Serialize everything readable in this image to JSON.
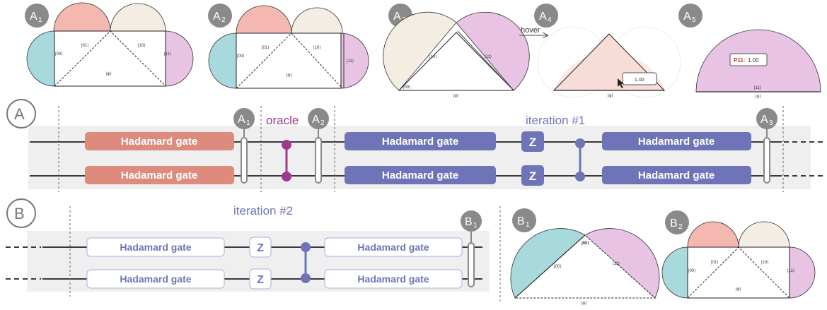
{
  "badges": {
    "a1": {
      "letter": "A",
      "sub": "1"
    },
    "a2": {
      "letter": "A",
      "sub": "2"
    },
    "a3": {
      "letter": "A",
      "sub": "3"
    },
    "a4": {
      "letter": "A",
      "sub": "4"
    },
    "a5": {
      "letter": "A",
      "sub": "5"
    },
    "b1": {
      "letter": "B",
      "sub": "1"
    },
    "b2": {
      "letter": "B",
      "sub": "2"
    },
    "section_a": "A",
    "section_b": "B"
  },
  "kets": {
    "k00": "|00⟩",
    "k01": "|01⟩",
    "k10": "|10⟩",
    "k11": "|11⟩",
    "phi": "|φ⟩"
  },
  "a4": {
    "hover_label": "hover",
    "tooltip_value": "1.00"
  },
  "a5": {
    "tooltip_key": "P11:",
    "tooltip_value": "1.00"
  },
  "circuit_a": {
    "oracle_label": "oracle",
    "iteration_label": "iteration #1",
    "gate_label": "Hadamard gate",
    "z_label": "Z"
  },
  "circuit_b": {
    "iteration_label": "iteration #2",
    "gate_label": "Hadamard gate",
    "z_label": "Z"
  },
  "colors": {
    "teal": "#a8d9dc",
    "salmon": "#f4b8b0",
    "beige": "#f3ede3",
    "pink": "#e8c3e3",
    "orange_gate": "#dc8b7c",
    "blue_gate": "#6f74b8",
    "oracle": "#a0398e",
    "badge": "#8a8a8a"
  }
}
